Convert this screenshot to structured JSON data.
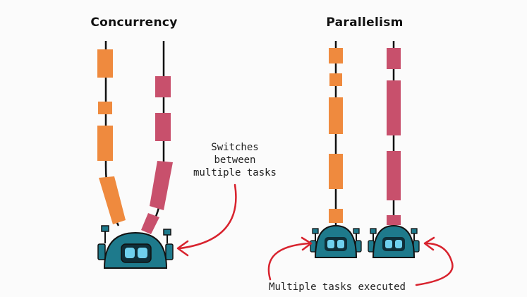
{
  "titles": {
    "concurrency": "Concurrency",
    "parallelism": "Parallelism"
  },
  "annotations": {
    "switch_line1": "Switches",
    "switch_line2": "between",
    "switch_line3": "multiple tasks",
    "parallel": "Multiple tasks executed"
  },
  "colors": {
    "task_a": "#ef8a3e",
    "task_b": "#c8506c",
    "robot": "#1e7a8c",
    "robot_eye": "#6fd0ee",
    "arrow": "#d8232e",
    "thread": "#111111"
  },
  "icons": {
    "robot": "robot-icon",
    "arrow": "curved-arrow-icon"
  }
}
